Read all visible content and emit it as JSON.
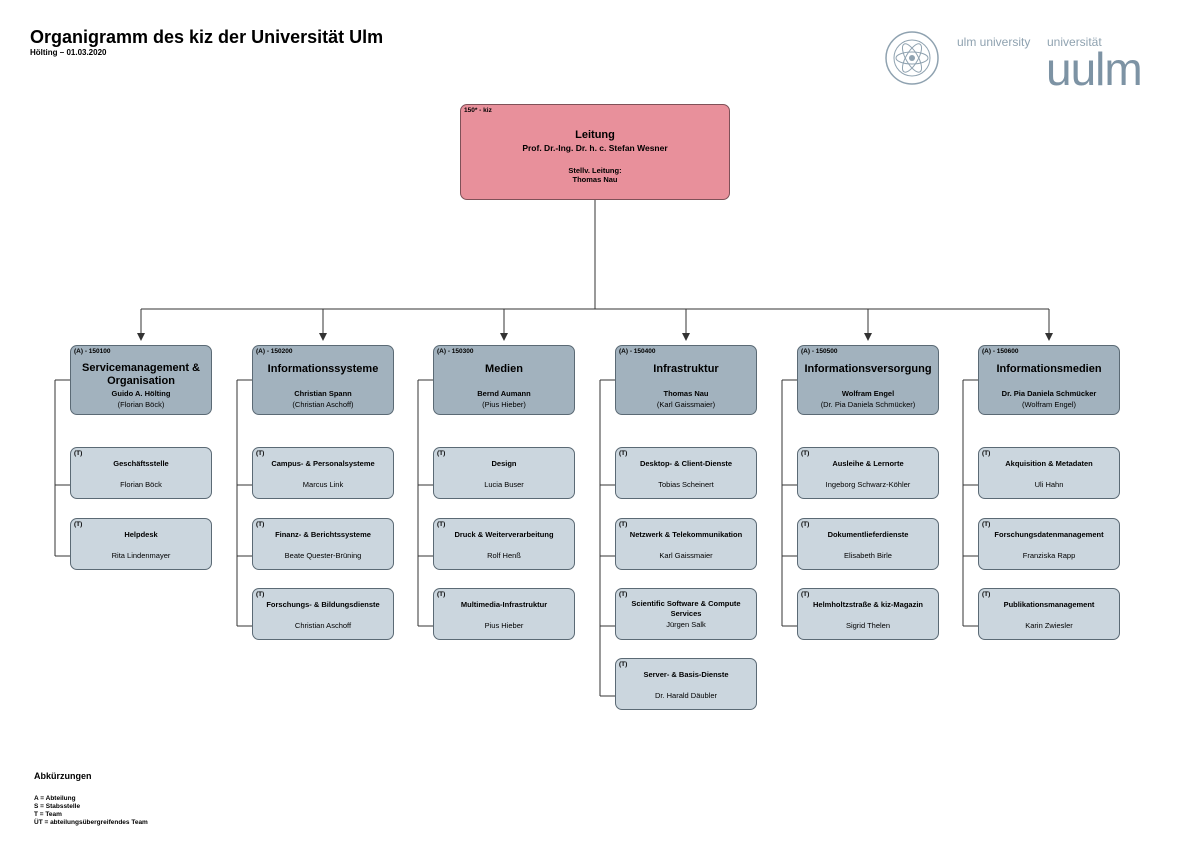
{
  "header": {
    "title": "Organigramm des kiz der Universität Ulm",
    "subtitle": "Hölting – 01.03.2020"
  },
  "logo": {
    "text_small_1": "ulm university",
    "text_small_2": "universität",
    "text_big": "uulm",
    "seal_icon": "university-seal-icon",
    "colors": {
      "logo": "#7d93a4"
    }
  },
  "root": {
    "code": "150* - kiz",
    "heading": "Leitung",
    "name": "Prof. Dr.-Ing. Dr. h. c. Stefan Wesner",
    "deputy_label": "Stellv. Leitung:",
    "deputy_name": "Thomas Nau"
  },
  "departments": [
    {
      "code": "(A) - 150100",
      "title": "Servicemanagement & Organisation",
      "lead": "Guido A. Hölting",
      "deputy": "(Florian Böck)",
      "teams": [
        {
          "code": "(T)",
          "name": "Geschäftsstelle",
          "person": "Florian Böck"
        },
        {
          "code": "(T)",
          "name": "Helpdesk",
          "person": "Rita Lindenmayer"
        }
      ]
    },
    {
      "code": "(A) - 150200",
      "title": "Informationssysteme",
      "lead": "Christian Spann",
      "deputy": "(Christian Aschoff)",
      "teams": [
        {
          "code": "(T)",
          "name": "Campus- & Personalsysteme",
          "person": "Marcus Link"
        },
        {
          "code": "(T)",
          "name": "Finanz- & Berichtssysteme",
          "person": "Beate Quester-Brüning"
        },
        {
          "code": "(T)",
          "name": "Forschungs- & Bildungsdienste",
          "person": "Christian Aschoff"
        }
      ]
    },
    {
      "code": "(A) - 150300",
      "title": "Medien",
      "lead": "Bernd Aumann",
      "deputy": "(Pius Hieber)",
      "teams": [
        {
          "code": "(T)",
          "name": "Design",
          "person": "Lucia Buser"
        },
        {
          "code": "(T)",
          "name": "Druck & Weiterverarbeitung",
          "person": "Rolf Henß"
        },
        {
          "code": "(T)",
          "name": "Multimedia-Infrastruktur",
          "person": "Pius Hieber"
        }
      ]
    },
    {
      "code": "(A) - 150400",
      "title": "Infrastruktur",
      "lead": "Thomas Nau",
      "deputy": "(Karl Gaissmaier)",
      "teams": [
        {
          "code": "(T)",
          "name": "Desktop- & Client-Dienste",
          "person": "Tobias Scheinert"
        },
        {
          "code": "(T)",
          "name": "Netzwerk & Telekommunikation",
          "person": "Karl Gaissmaier"
        },
        {
          "code": "(T)",
          "name": "Scientific Software & Compute Services",
          "person": "Jürgen Salk"
        },
        {
          "code": "(T)",
          "name": "Server- & Basis-Dienste",
          "person": "Dr. Harald Däubler"
        }
      ]
    },
    {
      "code": "(A) - 150500",
      "title": "Informationsversorgung",
      "lead": "Wolfram Engel",
      "deputy": "(Dr. Pia Daniela Schmücker)",
      "teams": [
        {
          "code": "(T)",
          "name": "Ausleihe & Lernorte",
          "person": "Ingeborg Schwarz-Köhler"
        },
        {
          "code": "(T)",
          "name": "Dokumentlieferdienste",
          "person": "Elisabeth Birle"
        },
        {
          "code": "(T)",
          "name": "Helmholtzstraße & kiz-Magazin",
          "person": "Sigrid Thelen"
        }
      ]
    },
    {
      "code": "(A) - 150600",
      "title": "Informationsmedien",
      "lead": "Dr. Pia Daniela Schmücker",
      "deputy": "(Wolfram Engel)",
      "teams": [
        {
          "code": "(T)",
          "name": "Akquisition & Metadaten",
          "person": "Uli Hahn"
        },
        {
          "code": "(T)",
          "name": "Forschungsdatenmanagement",
          "person": "Franziska Rapp"
        },
        {
          "code": "(T)",
          "name": "Publikationsmanagement",
          "person": "Karin Zwiesler"
        }
      ]
    }
  ],
  "legend": {
    "heading": "Abkürzungen",
    "items": [
      "A = Abteilung",
      "S = Stabsstelle",
      "T = Team",
      "ÜT = abteilungsübergreifendes Team"
    ]
  },
  "colors": {
    "root": "#e8909b",
    "department": "#a2b2be",
    "team": "#cbd6de",
    "line": "#333333"
  }
}
